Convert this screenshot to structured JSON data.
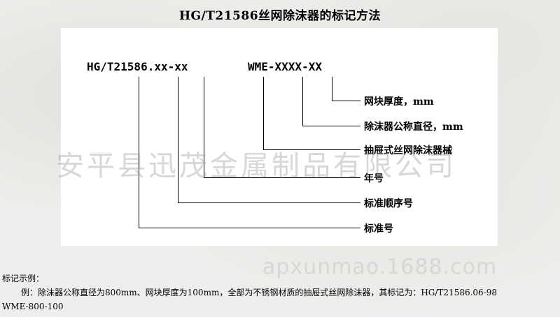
{
  "title": "HG/T21586丝网除沫器的标记方法",
  "diagram": {
    "code_std": "HG/T21586.xx-xx",
    "code_model": "WME-XXXX-XX",
    "labels": {
      "mesh_thickness": "网块厚度，mm",
      "diameter": "除沫器公称直径，mm",
      "type": "抽屉式丝网除沫器械",
      "year": "年号",
      "serial": "标准顺序号",
      "std_no": "标准号"
    }
  },
  "watermark": "安平县迅茂金属制品有限公司",
  "watermark2": "apxunmao.1688.com",
  "example": {
    "heading": "标记示例：",
    "text": "例：除沫器公称直径为800mm、网块厚度为100mm，全部为不锈钢材质的抽屉式丝网除沫器，其标记为：HG/T21586.06-98",
    "text2": "WME-800-100"
  }
}
